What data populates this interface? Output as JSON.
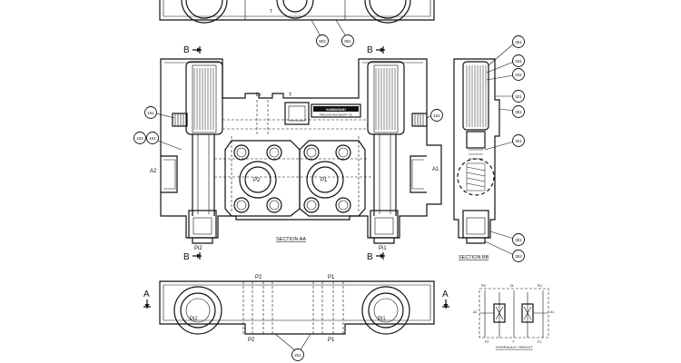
{
  "top_view": {
    "label_t": "T",
    "balloons": [
      "902",
      "901"
    ]
  },
  "section_aa": {
    "title": "SECTION AA",
    "ports": {
      "dr": "Dr",
      "t": "T",
      "p1": "P1",
      "p2": "P2",
      "a1": "A1",
      "a2": "A2",
      "pi1": "Pi1",
      "pi2": "Pi2"
    },
    "section_markers": {
      "top_left": "B",
      "top_right": "B",
      "bottom_left": "B",
      "bottom_right": "B"
    },
    "balloons_left": [
      "151",
      "102",
      "101"
    ],
    "balloon_right": "151",
    "nameplate": "KAWASAKI",
    "nameplate_sub": "PRECISION MACHINERY LTD"
  },
  "section_bb": {
    "title": "SECTION BB",
    "balloons": [
      "351",
      "331",
      "322",
      "321",
      "361",
      "301",
      "351",
      "352"
    ]
  },
  "bottom_view": {
    "markers": {
      "left": "A",
      "right": "A"
    },
    "ports": {
      "p2_top": "P2",
      "p1_top": "P1",
      "pi2": "Pi2",
      "pi1": "Pi1",
      "p2_bottom": "P2",
      "p1_bottom": "P1"
    },
    "balloon": "201"
  },
  "hydraulic_circuit": {
    "title": "HYDRAULIC CIRCUIT",
    "labels": {
      "pi2": "Pi2",
      "dr": "Dr",
      "pi1": "Pi1",
      "a2": "A2",
      "a1": "A1",
      "p2": "P2",
      "t": "T",
      "p1": "P1"
    }
  }
}
